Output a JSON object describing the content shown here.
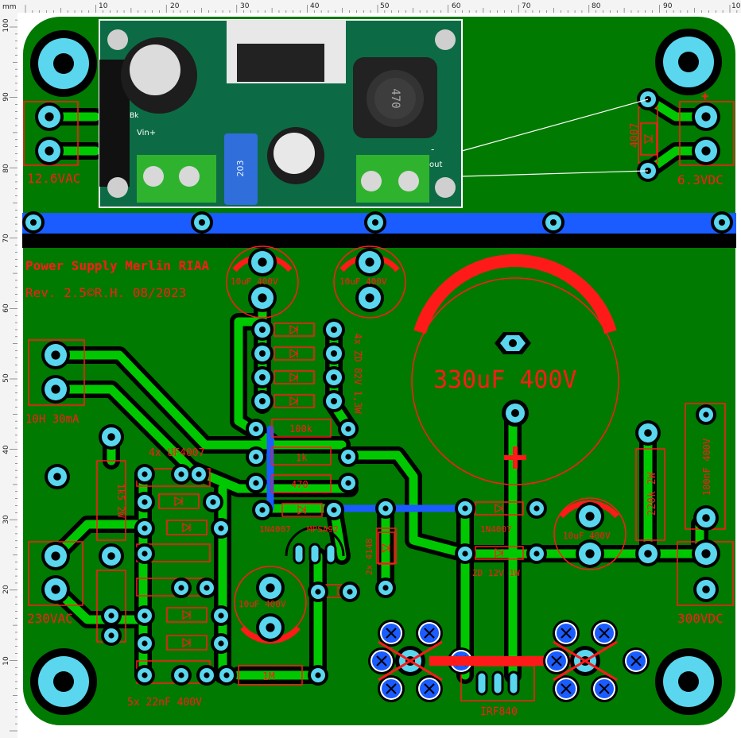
{
  "ruler": {
    "unit": "mm",
    "top_ticks": [
      "10",
      "20",
      "30",
      "40",
      "50",
      "60",
      "70",
      "80",
      "90",
      "10"
    ],
    "left_ticks": [
      "100",
      "90",
      "80",
      "70",
      "60",
      "50",
      "40",
      "30",
      "20",
      "10"
    ]
  },
  "colors": {
    "board": "#007a00",
    "trace_green": "#00c800",
    "trace_outline": "#000000",
    "silk": "#ff1a1a",
    "pad": "#5ad7ee",
    "jumper": "#1a5cff"
  },
  "board_texts": {
    "ac_in_top": "12.6VAC",
    "dc_out_top": "6.3VDC",
    "diode_4007": "4007",
    "plus": "+",
    "title_line1": "Power Supply Merlin RIAA",
    "title_line2": "Rev. 2.5©R.H. 08/2023",
    "cap_10uf_a": "10uF 400V",
    "cap_10uf_b": "10uF 400V",
    "cap_10uf_c": "10uF 400V",
    "cap_10uf_d": "10uF 400V",
    "big_cap": "330uF 400V",
    "choke": "10H 30mA",
    "diodes_4x": "4x UF4007",
    "zener_stack": "4x ZD 82V 1,3W",
    "r_100k": "100k",
    "r_1k": "1k",
    "r_470": "470",
    "r_1k5": "1k5 2W",
    "d_1n4007_a": "1N4007",
    "q_mpsa92": "MPSA92",
    "d_1n4007_b": "1N4007",
    "d_2x4148": "2x 4148",
    "zd_12v": "ZD 12V 1W",
    "r_220k": "220k 2W",
    "cap_100nf": "100nF 400V",
    "ac_in_main": "230VAC",
    "dc_out_main": "300VDC",
    "r_1m": "1M",
    "caps_5x": "5x 22nF 400V",
    "mosfet": "IRF840"
  },
  "module_photo": {
    "labels": [
      "470",
      "203",
      "Vin+",
      "out",
      "-",
      "Bk"
    ]
  }
}
